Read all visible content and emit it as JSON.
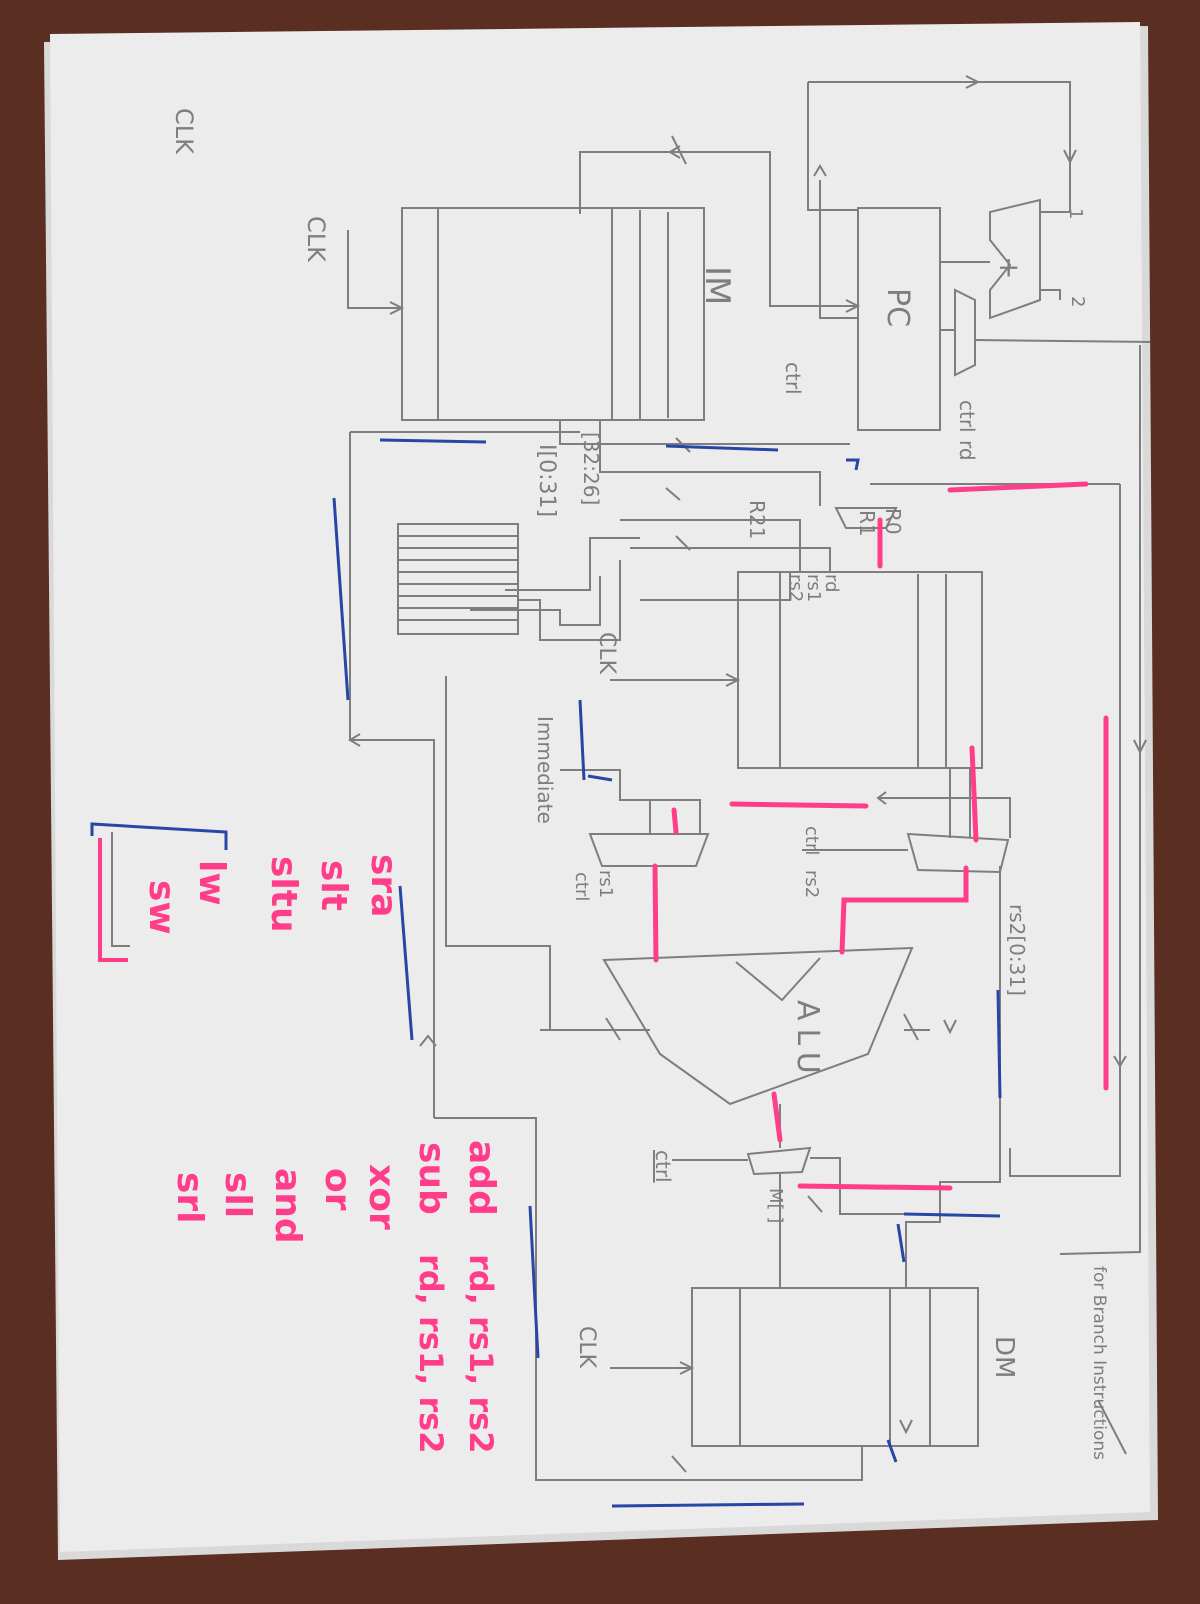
{
  "diagram": {
    "labels": {
      "clk_top": "CLK",
      "clk_left": "CLK",
      "clk_rf": "CLK",
      "clk_dm": "CLK",
      "pc": "PC",
      "plus": "+",
      "one": "1",
      "two": "2",
      "im": "IM",
      "dm": "DM",
      "alu": "ALU",
      "ctrl_pc": "ctrl",
      "ctrl_top": "ctrl",
      "ctrl_imm": "ctrl",
      "ctrl_mux": "ctrl",
      "ctrl_wb": "ctrl",
      "rd_top": "rd",
      "r0": "R0",
      "r1": "R1",
      "r21": "R21",
      "rd_rf": "rd",
      "rs1_rf": "rs1",
      "rs2_rf": "rs2",
      "bits_top": "[32:26]",
      "bits_field": "I[0:31]",
      "immediate": "Immediate",
      "rs1_alu": "rs1",
      "rs2_alu": "rs2",
      "rs2_dm": "rs2[0:31]",
      "mem_tag": "M[ ]",
      "annotation": "for Branch Instructions"
    },
    "instructions": {
      "col1": [
        "add",
        "sub",
        "xor",
        "or",
        "and",
        "sll",
        "srl"
      ],
      "col2": [
        "sra",
        "slt",
        "sltu",
        "lw",
        "sw"
      ],
      "format1": "rd, rs1, rs2",
      "format2": "rd, rs1, rs2"
    },
    "colors": {
      "pencil": "#7e7e7e",
      "highlight": "#ff3d8b",
      "pen_blue": "#2846a6",
      "paper": "#ececec",
      "table": "#5a2f22"
    }
  }
}
